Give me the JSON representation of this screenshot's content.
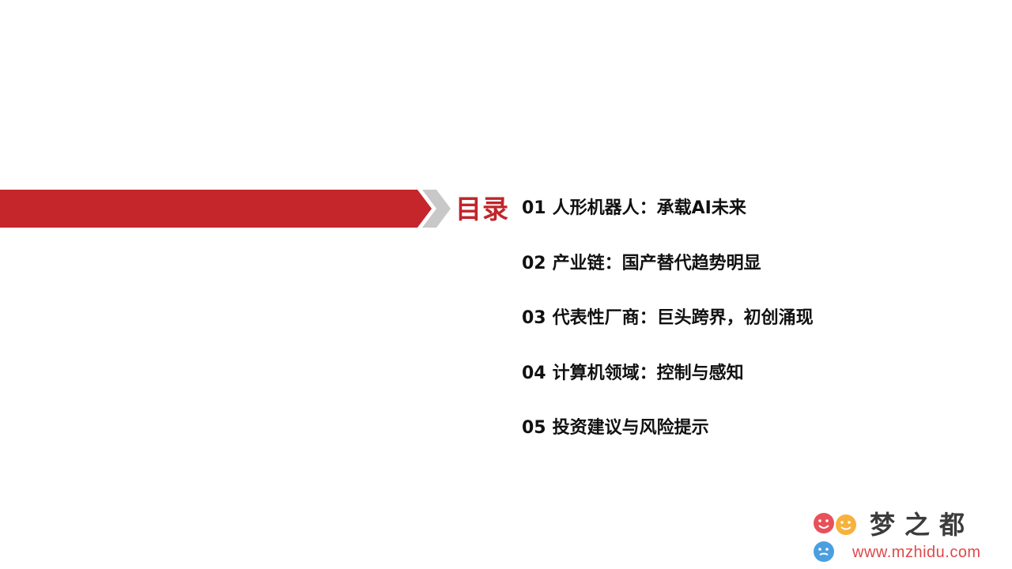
{
  "toc": {
    "title": "目录",
    "items": [
      {
        "num": "01",
        "label": "人形机器人：承载AI未来"
      },
      {
        "num": "02",
        "label": "产业链：国产替代趋势明显"
      },
      {
        "num": "03",
        "label": "代表性厂商：巨头跨界，初创涌现"
      },
      {
        "num": "04",
        "label": "计算机领域：控制与感知"
      },
      {
        "num": "05",
        "label": "投资建议与风险提示"
      }
    ]
  },
  "watermark": {
    "title": "梦之都",
    "url": "www.mzhidu.com"
  },
  "colors": {
    "accent": "#c0252b",
    "chevron": "#c8c8c8",
    "text": "#111111"
  }
}
